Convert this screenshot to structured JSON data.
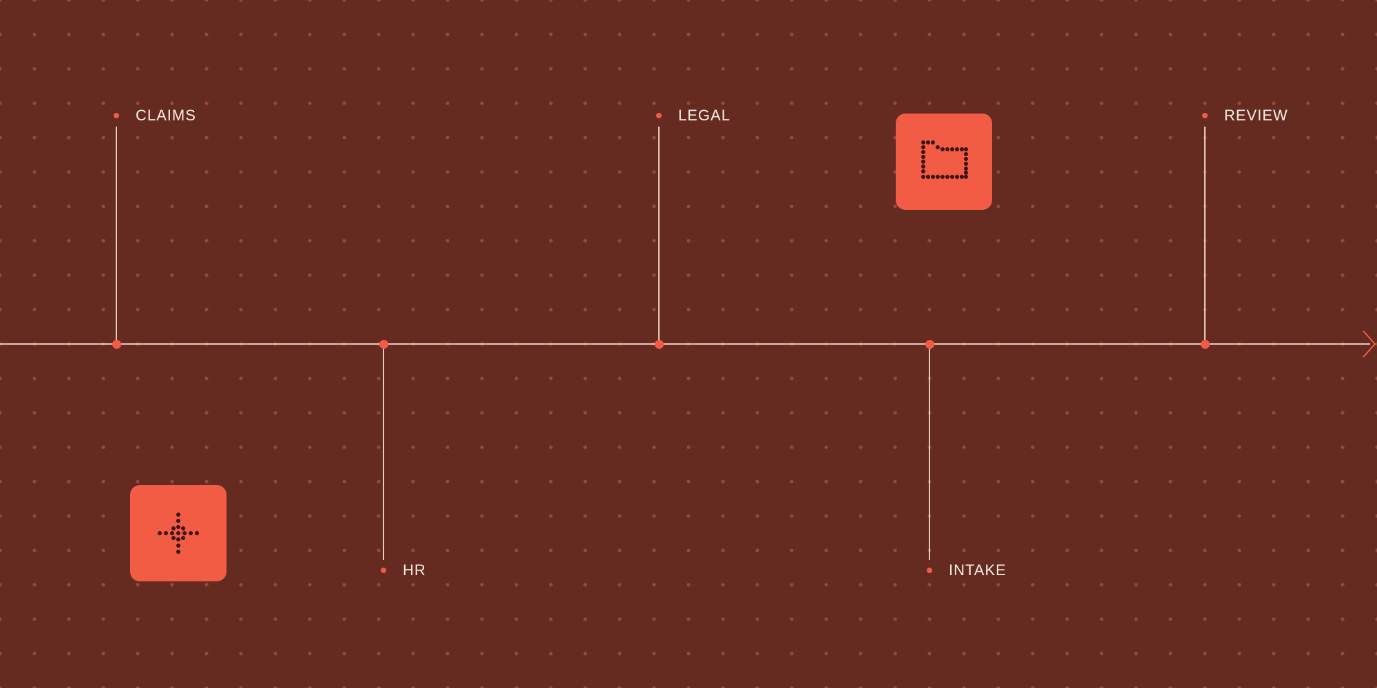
{
  "colors": {
    "background": "#652a20",
    "dot_grid": "#a8513c",
    "accent": "#f25c45",
    "line": "#e8c8c0",
    "text": "#fbefe9",
    "icon_ink": "#3a1410"
  },
  "timeline": {
    "milestones": [
      {
        "label": "CLAIMS",
        "side": "above"
      },
      {
        "label": "HR",
        "side": "below"
      },
      {
        "label": "LEGAL",
        "side": "above"
      },
      {
        "label": "INTAKE",
        "side": "below"
      },
      {
        "label": "REVIEW",
        "side": "above"
      }
    ]
  },
  "tiles": [
    {
      "icon": "dotted-plus-icon"
    },
    {
      "icon": "dotted-folder-icon"
    }
  ]
}
